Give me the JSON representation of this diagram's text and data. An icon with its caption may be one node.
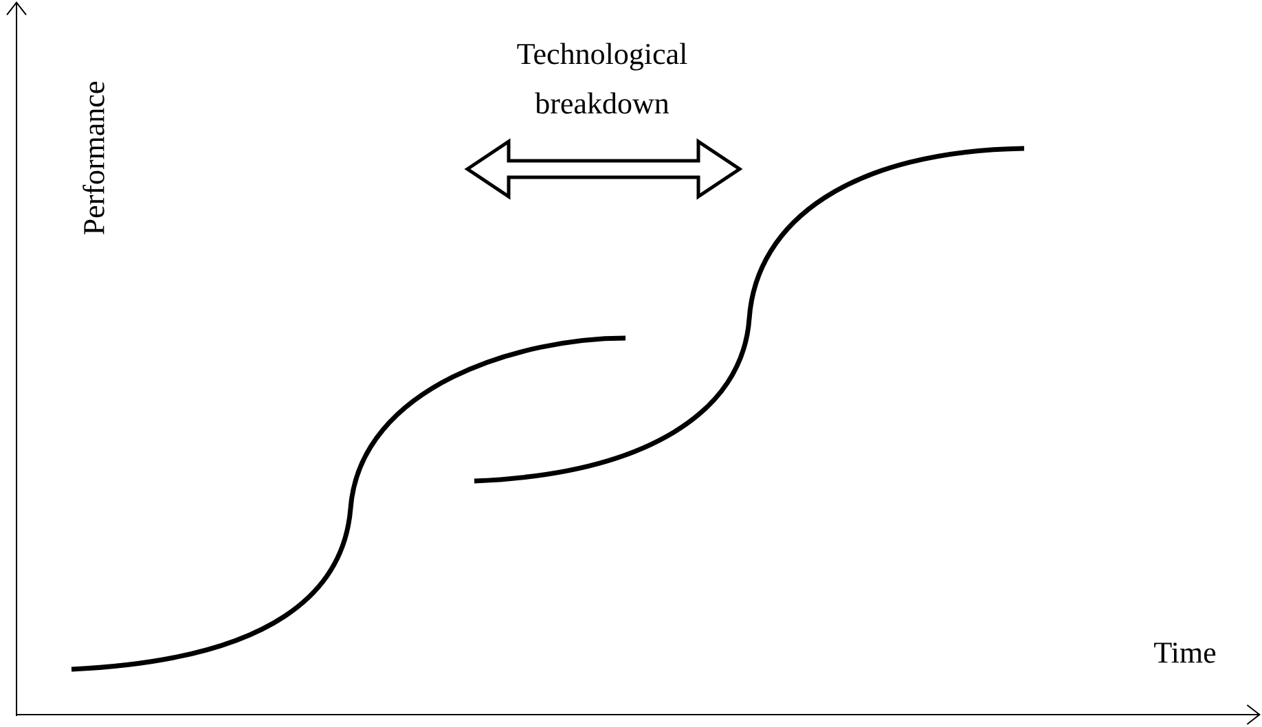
{
  "diagram": {
    "labels": [
      "Technological breakdown",
      "Performance",
      "Time"
    ]
  }
}
